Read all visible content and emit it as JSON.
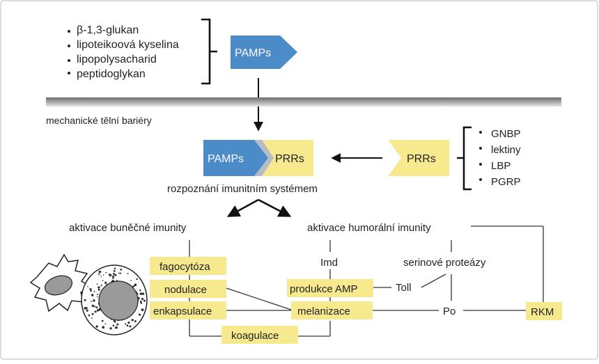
{
  "colors": {
    "blue": "#4a8bc8",
    "yellow": "#f7e98e",
    "barrier": "#8f8f8f",
    "border": "#d0d0d0"
  },
  "pamps_top": {
    "items": [
      "β-1,3-glukan",
      "lipoteikoová kyselina",
      "lipopolysacharid",
      "peptidoglykan"
    ],
    "label": "PAMPs"
  },
  "barrier_label": "mechanické tělní bariéry",
  "complex": {
    "pamps": "PAMPs",
    "prrs": "PRRs"
  },
  "prrs_right": {
    "label": "PRRs",
    "items": [
      "GNBP",
      "lektiny",
      "LBP",
      "PGRP"
    ]
  },
  "recognition": "rozpoznání imunitním systémem",
  "cellular": {
    "title": "aktivace buněčné imunity",
    "fagocytoza": "fagocytóza",
    "nodulace": "nodulace",
    "enkapsulace": "enkapsulace",
    "koagulace": "koagulace"
  },
  "humoral": {
    "title": "aktivace humorální imunity",
    "imd": "Imd",
    "serine": "serinové proteázy",
    "amp": "produkce AMP",
    "toll": "Toll",
    "melanizace": "melanizace",
    "po": "Po",
    "rkm": "RKM"
  }
}
